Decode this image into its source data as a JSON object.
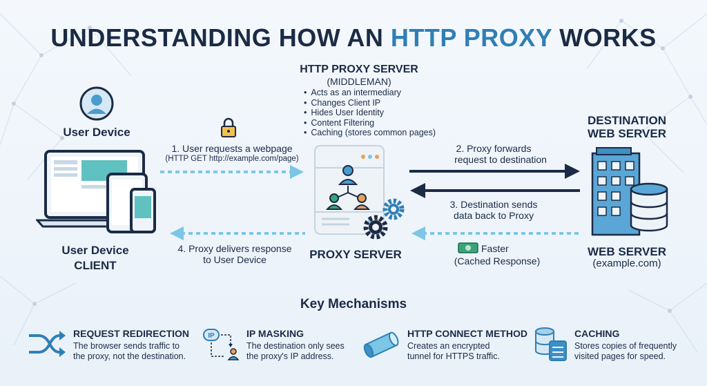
{
  "title": {
    "part1": "UNDERSTANDING HOW AN ",
    "accent": "HTTP PROXY",
    "part2": " WORKS"
  },
  "proxy_info": {
    "heading": "HTTP PROXY SERVER",
    "subheading": "(MIDDLEMAN)",
    "features": [
      "Acts as an intermediary",
      "Changes Client IP",
      "Hides User Identity",
      "Content Filtering",
      "Caching (stores common pages)"
    ]
  },
  "client": {
    "top_label": "User Device",
    "bottom_label_1": "User Device",
    "bottom_label_2": "CLIENT"
  },
  "proxy": {
    "label": "PROXY SERVER"
  },
  "destination": {
    "top_label_1": "DESTINATION",
    "top_label_2": "WEB SERVER",
    "bottom_label": "WEB SERVER",
    "domain": "(example.com)"
  },
  "steps": {
    "step1_line1": "1. User requests a webpage",
    "step1_line2": "(HTTP GET http://example.com/page)",
    "step2_line1": "2. Proxy forwards",
    "step2_line2": "request to destination",
    "step3_line1": "3. Destination sends",
    "step3_line2": "data back to Proxy",
    "step4_line1": "4. Proxy delivers response",
    "step4_line2": "to User Device"
  },
  "cache_note": {
    "line1": "Faster",
    "line2": "(Cached Response)"
  },
  "mechanisms": {
    "heading": "Key Mechanisms",
    "items": [
      {
        "title": "REQUEST REDIRECTION",
        "desc1": "The browser sends traffic to",
        "desc2": "the proxy, not the destination."
      },
      {
        "title": "IP MASKING",
        "desc1": "The destination only sees",
        "desc2": "the proxy's IP address."
      },
      {
        "title": "HTTP CONNECT METHOD",
        "desc1": "Creates an encrypted",
        "desc2": "tunnel for HTTPS traffic."
      },
      {
        "title": "CACHING",
        "desc1": "Stores copies of frequently",
        "desc2": "visited pages for speed."
      }
    ]
  },
  "ip_badge": "IP",
  "colors": {
    "dark": "#1b2b45",
    "accent": "#2f7fb5",
    "light_arrow": "#7cc6e6",
    "green": "#3aa57a",
    "orange": "#e8a05a"
  }
}
